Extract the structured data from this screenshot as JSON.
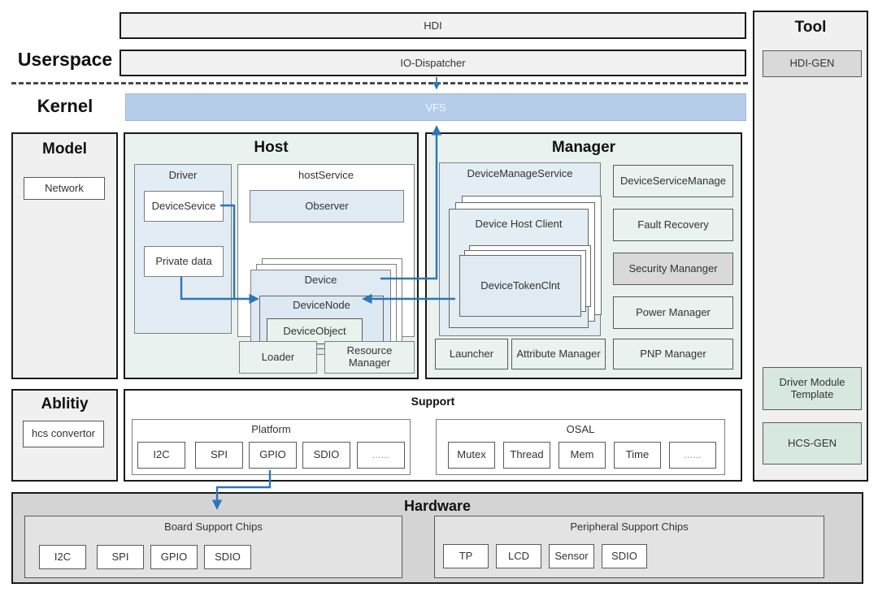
{
  "labels": {
    "userspace": "Userspace",
    "kernel": "Kernel"
  },
  "top_bars": {
    "hdi": "HDI",
    "io_dispatcher": "IO-Dispatcher",
    "vfs": "VFS"
  },
  "model": {
    "title": "Model",
    "network": "Network"
  },
  "host": {
    "title": "Host",
    "driver": {
      "title": "Driver",
      "device_service": "DeviceSevice",
      "private_data": "Private data"
    },
    "host_service": {
      "title": "hostService",
      "observer": "Observer",
      "device": {
        "title": "Device",
        "node": "DeviceNode",
        "object": "DeviceObject"
      }
    },
    "loader": "Loader",
    "resource_manager": "Resource Manager"
  },
  "manager": {
    "title": "Manager",
    "device_manage_service": {
      "title": "DeviceManageService",
      "host_client": "Device Host Client",
      "token_clnt": "DeviceTokenClnt"
    },
    "side_items": [
      "DeviceServiceManage",
      "Fault Recovery",
      "Security Mananger",
      "Power Manager",
      "PNP Manager"
    ],
    "bottom_items": [
      "Launcher",
      "Attribute Manager"
    ]
  },
  "ability": {
    "title": "Ablitiy",
    "hcs_convertor": "hcs convertor"
  },
  "support": {
    "title": "Support",
    "platform": {
      "title": "Platform",
      "chips": [
        "I2C",
        "SPI",
        "GPIO",
        "SDIO",
        "......"
      ]
    },
    "osal": {
      "title": "OSAL",
      "chips": [
        "Mutex",
        "Thread",
        "Mem",
        "Time",
        "......"
      ]
    }
  },
  "tool": {
    "title": "Tool",
    "hdi_gen": "HDI-GEN",
    "driver_module_template": "Driver Module Template",
    "hcs_gen": "HCS-GEN"
  },
  "hardware": {
    "title": "Hardware",
    "board": {
      "title": "Board Support Chips",
      "chips": [
        "I2C",
        "SPI",
        "GPIO",
        "SDIO"
      ]
    },
    "peripheral": {
      "title": "Peripheral Support Chips",
      "chips": [
        "TP",
        "LCD",
        "Sensor",
        "SDIO"
      ]
    }
  },
  "colors": {
    "connector_blue": "#2e75b6",
    "vfs_blue": "#b5cde9",
    "light_blue": "#dfeaf3",
    "light_green": "#e9f2ee",
    "gray_fill": "#d9d9d9",
    "panel_gray": "#f0f0f0",
    "hardware_gray": "#d4d4d4"
  }
}
